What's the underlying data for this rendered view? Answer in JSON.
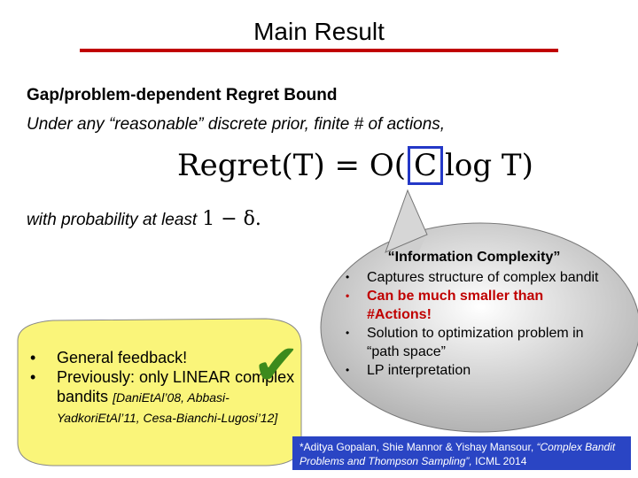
{
  "slide": {
    "title": "Main Result",
    "heading": "Gap/problem-dependent Regret Bound",
    "subheading": "Under any “reasonable” discrete prior, finite # of actions,",
    "formula": {
      "left": "Regret(T) = O(",
      "boxed": "C",
      "right": "log T)"
    },
    "probability": {
      "text": "with probability at least",
      "math": "1 − δ."
    }
  },
  "bubble": {
    "title": "“Information Complexity”",
    "items": [
      "Captures structure of complex bandit",
      "Can be much smaller than #Actions!",
      "Solution to optimization problem in “path space”",
      "LP interpretation"
    ]
  },
  "yellow_note": {
    "items": [
      "General feedback!",
      "Previously: only LINEAR complex bandits"
    ],
    "citation": "[DaniEtAl’08, Abbasi-YadkoriEtAl’11, Cesa-Bianchi-Lugosi’12]"
  },
  "footnote": {
    "authors": "*Aditya Gopalan, Shie Mannor & Yishay Mansour,",
    "paper_title": "“Complex Bandit Problems and Thompson Sampling”,",
    "venue": "ICML 2014"
  },
  "colors": {
    "accent": "#c00000",
    "box": "#2438c7",
    "bubble": "#c4c4c4",
    "note": "#faf57a",
    "footnote_bg": "#2a45c4",
    "check": "#3c8a1c"
  }
}
